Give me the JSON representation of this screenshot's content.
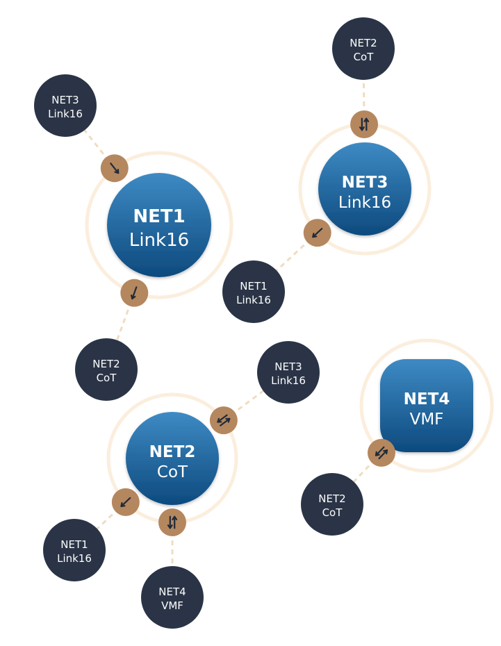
{
  "colors": {
    "hub_fill_top": "#3e8ac4",
    "hub_fill_bottom": "#0d4a7e",
    "hub_halo": "#fbeedd",
    "peer_fill": "#2a3446",
    "link_badge": "#b5875e",
    "link_line": "#f0dcc0",
    "arrow": "#1f2a3a"
  },
  "hubs": [
    {
      "id": "net1",
      "name": "NET1",
      "protocol": "Link16"
    },
    {
      "id": "net3",
      "name": "NET3",
      "protocol": "Link16"
    },
    {
      "id": "net2",
      "name": "NET2",
      "protocol": "CoT"
    },
    {
      "id": "net4",
      "name": "NET4",
      "protocol": "VMF"
    }
  ],
  "peers": [
    {
      "id": "p-net3-a",
      "hub": "net1",
      "name": "NET3",
      "protocol": "Link16"
    },
    {
      "id": "p-net2-a",
      "hub": "net1",
      "name": "NET2",
      "protocol": "CoT"
    },
    {
      "id": "p-net2-b",
      "hub": "net3",
      "name": "NET2",
      "protocol": "CoT"
    },
    {
      "id": "p-net1-a",
      "hub": "net3",
      "name": "NET1",
      "protocol": "Link16"
    },
    {
      "id": "p-net3-b",
      "hub": "net2",
      "name": "NET3",
      "protocol": "Link16"
    },
    {
      "id": "p-net1-b",
      "hub": "net2",
      "name": "NET1",
      "protocol": "Link16"
    },
    {
      "id": "p-net4-a",
      "hub": "net2",
      "name": "NET4",
      "protocol": "VMF"
    },
    {
      "id": "p-net2-c",
      "hub": "net4",
      "name": "NET2",
      "protocol": "CoT"
    }
  ],
  "links": [
    {
      "hub": "net1",
      "peer": "p-net3-a",
      "direction": "inbound",
      "arrow_icon": "arrow-down-right-icon"
    },
    {
      "hub": "net1",
      "peer": "p-net2-a",
      "direction": "outbound",
      "arrow_icon": "arrow-up-right-icon"
    },
    {
      "hub": "net3",
      "peer": "p-net2-b",
      "direction": "bidirectional",
      "arrow_icon": "arrows-up-down-icon"
    },
    {
      "hub": "net3",
      "peer": "p-net1-a",
      "direction": "outbound",
      "arrow_icon": "arrow-down-left-icon"
    },
    {
      "hub": "net2",
      "peer": "p-net3-b",
      "direction": "bidirectional",
      "arrow_icon": "arrows-diagonal-icon"
    },
    {
      "hub": "net2",
      "peer": "p-net1-b",
      "direction": "outbound",
      "arrow_icon": "arrow-down-left-icon"
    },
    {
      "hub": "net2",
      "peer": "p-net4-a",
      "direction": "bidirectional",
      "arrow_icon": "arrows-up-down-icon"
    },
    {
      "hub": "net4",
      "peer": "p-net2-c",
      "direction": "bidirectional",
      "arrow_icon": "arrows-diagonal-icon"
    }
  ]
}
